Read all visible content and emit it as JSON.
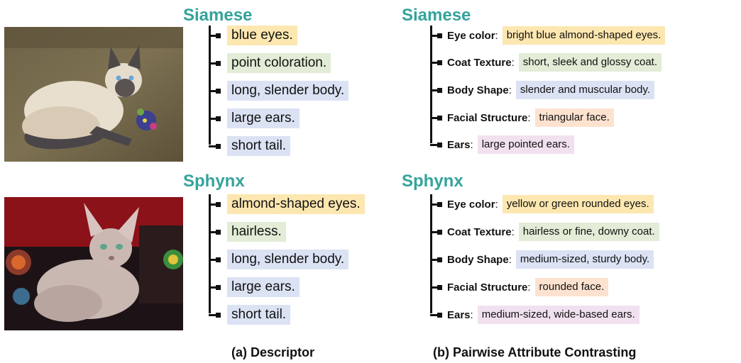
{
  "panel_a": {
    "caption": "(a) Descriptor",
    "groups": [
      {
        "title": "Siamese",
        "items": [
          {
            "text": "blue eyes.",
            "color": "#fde7b0"
          },
          {
            "text": "point coloration.",
            "color": "#e2ecd6"
          },
          {
            "text": "long, slender body.",
            "color": "#dbe2f3"
          },
          {
            "text": "large ears.",
            "color": "#dbe2f3"
          },
          {
            "text": "short tail.",
            "color": "#dbe2f3"
          }
        ]
      },
      {
        "title": "Sphynx",
        "items": [
          {
            "text": "almond-shaped eyes.",
            "color": "#fde7b0"
          },
          {
            "text": "hairless.",
            "color": "#e2ecd6"
          },
          {
            "text": "long, slender body.",
            "color": "#dbe2f3"
          },
          {
            "text": "large ears.",
            "color": "#dbe2f3"
          },
          {
            "text": "short tail.",
            "color": "#dbe2f3"
          }
        ]
      }
    ]
  },
  "panel_b": {
    "caption": "(b) Pairwise Attribute Contrasting",
    "groups": [
      {
        "title": "Siamese",
        "items": [
          {
            "attr": "Eye color",
            "sep": ":",
            "value": "bright blue almond-shaped eyes.",
            "color": "#fde7b0"
          },
          {
            "attr": "Coat Texture",
            "sep": ":",
            "value": "short, sleek and glossy coat.",
            "color": "#e2ecd6"
          },
          {
            "attr": "Body Shape",
            "sep": ":",
            "value": "slender and muscular body.",
            "color": "#dbe2f3"
          },
          {
            "attr": "Facial Structure",
            "sep": ":",
            "value": "triangular face.",
            "color": "#fde2cf"
          },
          {
            "attr": "Ears",
            "sep": ":",
            "value": "large pointed ears.",
            "color": "#f1e1ef"
          }
        ]
      },
      {
        "title": "Sphynx",
        "items": [
          {
            "attr": "Eye color",
            "sep": ":",
            "value": "yellow or green rounded eyes.",
            "color": "#fde7b0"
          },
          {
            "attr": "Coat Texture",
            "sep": ":",
            "value": "hairless or fine, downy coat.",
            "color": "#e2ecd6"
          },
          {
            "attr": "Body Shape",
            "sep": ":",
            "value": "medium-sized, sturdy body.",
            "color": "#dbe2f3"
          },
          {
            "attr": "Facial Structure",
            "sep": ":",
            "value": "rounded face.",
            "color": "#fde2cf"
          },
          {
            "attr": "Ears",
            "sep": ":",
            "value": "medium-sized, wide-based ears.",
            "color": "#f1e1ef"
          }
        ]
      }
    ]
  }
}
